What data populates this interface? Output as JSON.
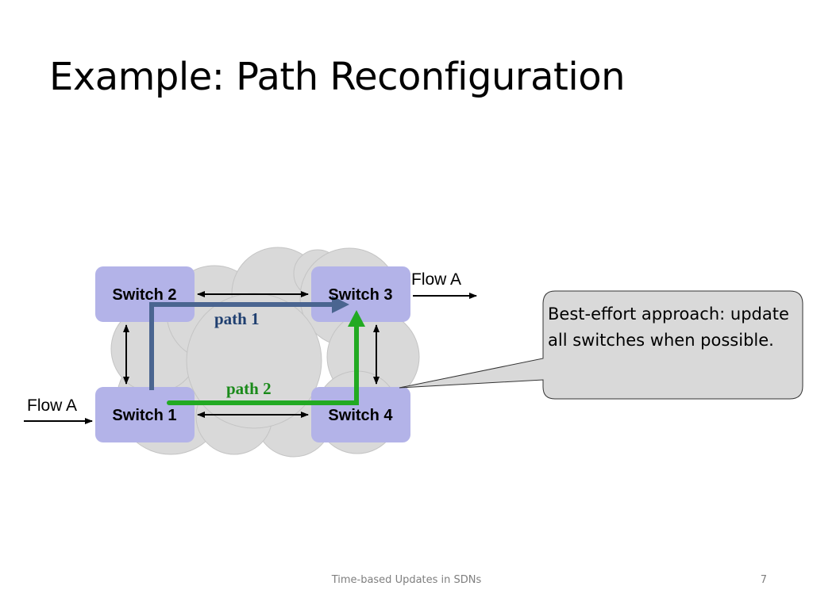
{
  "slide": {
    "title": "Example: Path Reconfiguration",
    "footer": "Time-based Updates in SDNs",
    "page_number": "7"
  },
  "diagram": {
    "switches": {
      "s1": "Switch 1",
      "s2": "Switch 2",
      "s3": "Switch 3",
      "s4": "Switch 4"
    },
    "flows": {
      "in": "Flow A",
      "out": "Flow A"
    },
    "paths": {
      "path1": {
        "label": "path 1",
        "color": "#4a6590",
        "route": [
          "Switch 1",
          "Switch 2",
          "Switch 3"
        ]
      },
      "path2": {
        "label": "path 2",
        "color": "#22aa22",
        "route": [
          "Switch 1",
          "Switch 4",
          "Switch 3"
        ]
      }
    },
    "colors": {
      "switch_fill": "#b3b3e8",
      "cloud_fill": "#d9d9d9",
      "callout_fill": "#d9d9d9"
    }
  },
  "callout": {
    "text": "Best-effort approach: update all switches when possible."
  }
}
